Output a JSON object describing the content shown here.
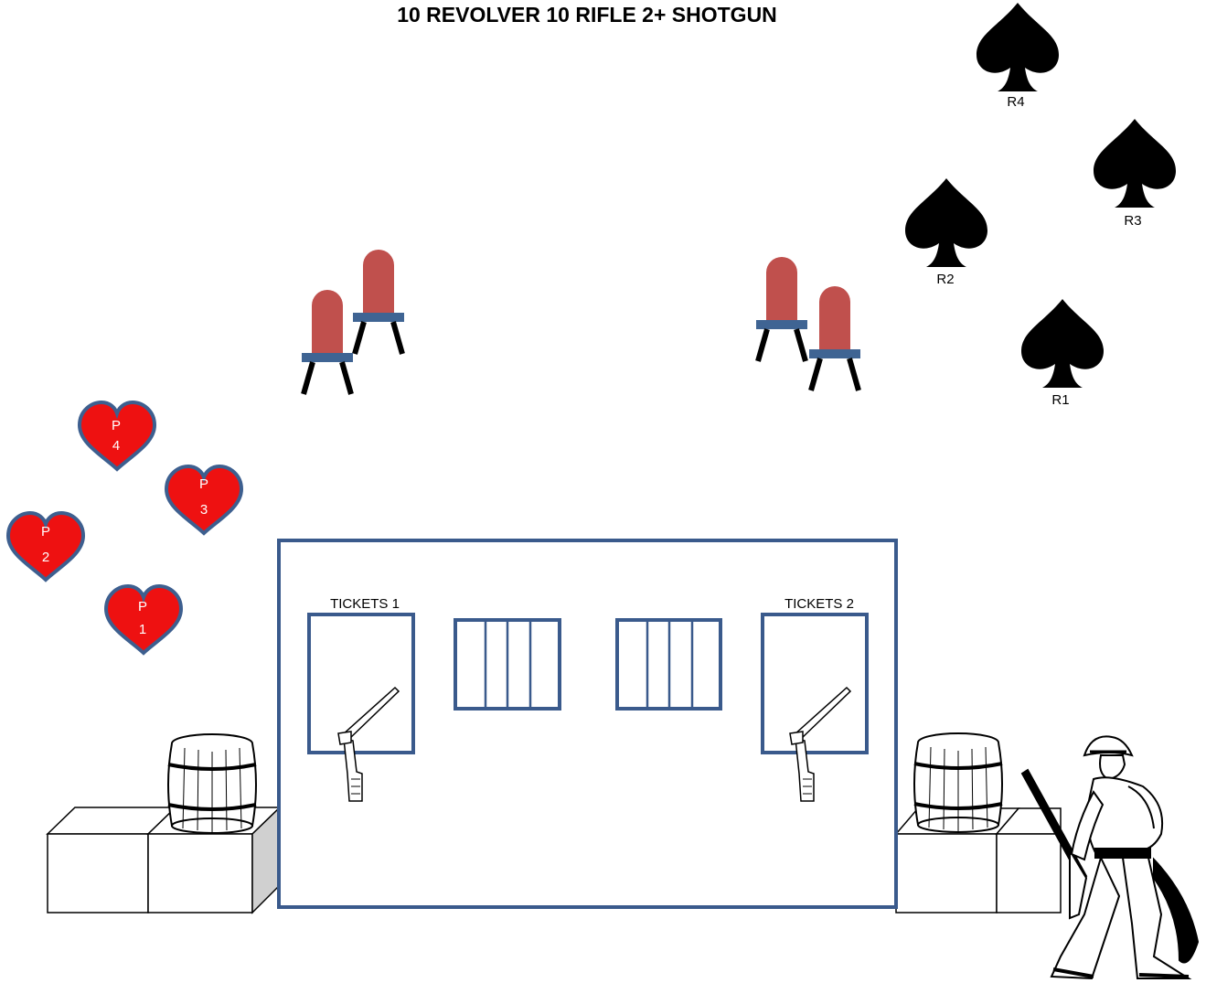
{
  "title": "10 REVOLVER 10 RIFLE  2+ SHOTGUN",
  "rifle_targets": [
    {
      "label": "R4",
      "icon": "spade-icon"
    },
    {
      "label": "R3",
      "icon": "spade-icon"
    },
    {
      "label": "R2",
      "icon": "spade-icon"
    },
    {
      "label": "R1",
      "icon": "spade-icon"
    }
  ],
  "pistol_targets": [
    {
      "letter": "P",
      "number": "4",
      "icon": "heart-icon"
    },
    {
      "letter": "P",
      "number": "3",
      "icon": "heart-icon"
    },
    {
      "letter": "P",
      "number": "2",
      "icon": "heart-icon"
    },
    {
      "letter": "P",
      "number": "1",
      "icon": "heart-icon"
    }
  ],
  "windows": [
    {
      "label": "TICKETS 1"
    },
    {
      "label": "TICKETS 2"
    }
  ],
  "colors": {
    "building": "#3a5a8c",
    "heart_fill": "#ee1111",
    "heart_stroke": "#3d5f8f",
    "knockdown": "#c0504d",
    "knockdown_base": "#3f6493",
    "spade": "#000000"
  }
}
